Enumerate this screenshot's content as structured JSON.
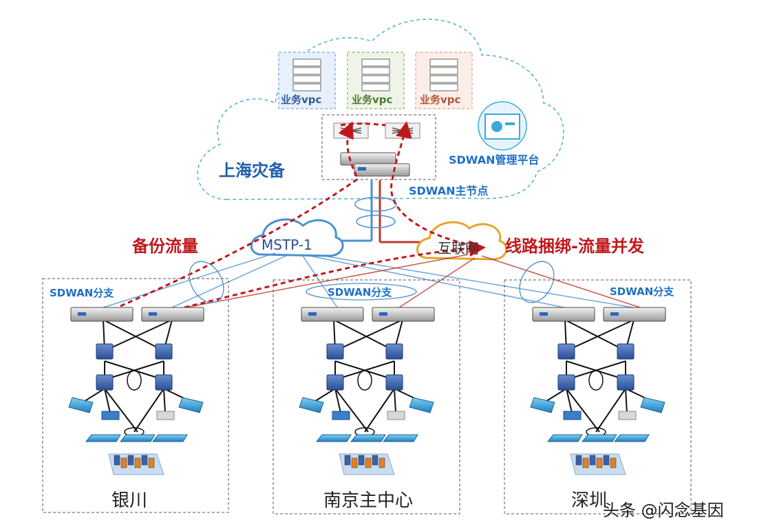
{
  "cloud": {
    "title": "上海灾备",
    "vpcs": [
      {
        "label": "业务vpc",
        "color": "#5b8fd0",
        "fill": "#e8f0fb"
      },
      {
        "label": "业务vpc",
        "color": "#7aa05a",
        "fill": "#eef5e8"
      },
      {
        "label": "业务vpc",
        "color": "#e08b6b",
        "fill": "#fbeee8"
      }
    ],
    "mgmt_platform": "SDWAN管理平台",
    "main_node": "SDWAN主节点"
  },
  "networks": {
    "mstp": "MSTP-1",
    "internet": "互联网"
  },
  "annotations": {
    "backup_traffic": "备份流量",
    "line_bonding": "线路捆绑-流量并发"
  },
  "branches": [
    {
      "tag": "SDWAN分支",
      "site": "银川"
    },
    {
      "tag": "SDWAN分支",
      "site": "南京主中心"
    },
    {
      "tag": "SDWAN分支",
      "site": "深圳"
    }
  ],
  "watermark": "头条 @闪念基因",
  "colors": {
    "mstp_line": "#4a90d0",
    "internet_line": "#c0392b",
    "internet_cloud": "#e6a42a",
    "dashed_red": "#c0171b",
    "cloud_border": "#4bb3c9"
  }
}
